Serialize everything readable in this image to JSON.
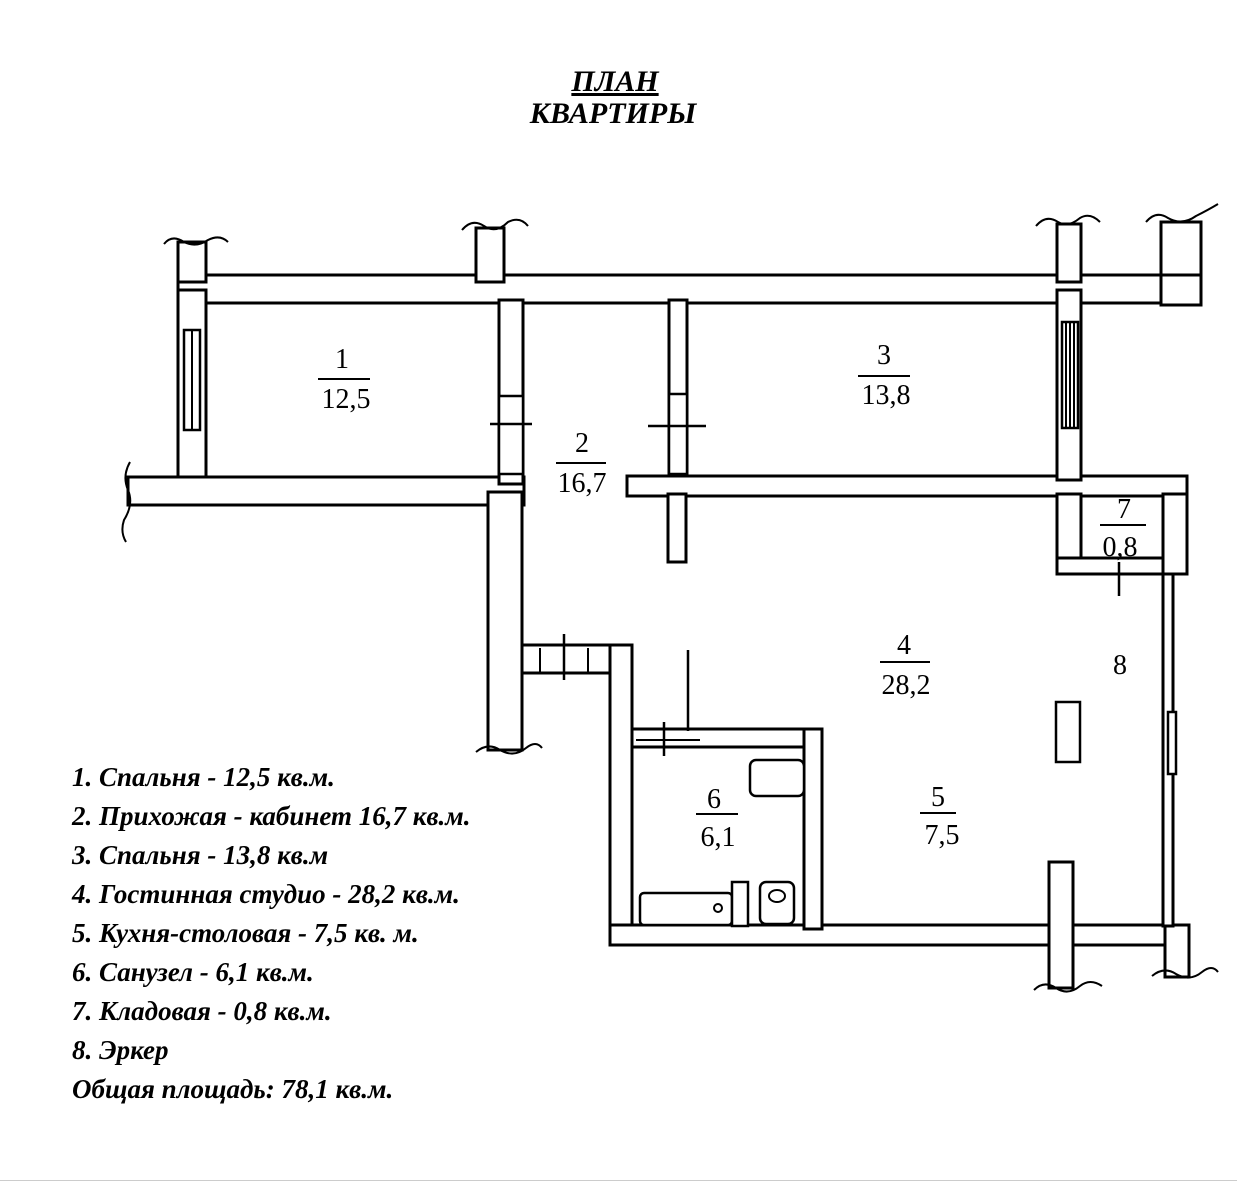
{
  "title": {
    "line1": "ПЛАН",
    "line2": "КВАРТИРЫ"
  },
  "rooms": [
    {
      "id": "1",
      "number": "1",
      "area": "12,5"
    },
    {
      "id": "2",
      "number": "2",
      "area": "16,7"
    },
    {
      "id": "3",
      "number": "3",
      "area": "13,8"
    },
    {
      "id": "4",
      "number": "4",
      "area": "28,2"
    },
    {
      "id": "5",
      "number": "5",
      "area": "7,5"
    },
    {
      "id": "6",
      "number": "6",
      "area": "6,1"
    },
    {
      "id": "7",
      "number": "7",
      "area": "0,8"
    },
    {
      "id": "8",
      "number": "8",
      "area": ""
    }
  ],
  "legend": [
    "1. Спальня - 12,5 кв.м.",
    "2. Прихожая - кабинет 16,7 кв.м.",
    "3. Спальня - 13,8 кв.м",
    "4. Гостинная студио - 28,2 кв.м.",
    "5. Кухня-столовая - 7,5 кв. м.",
    "6. Санузел - 6,1 кв.м.",
    "7. Кладовая - 0,8 кв.м.",
    "8. Эркер",
    "Общая площадь:  78,1 кв.м."
  ]
}
